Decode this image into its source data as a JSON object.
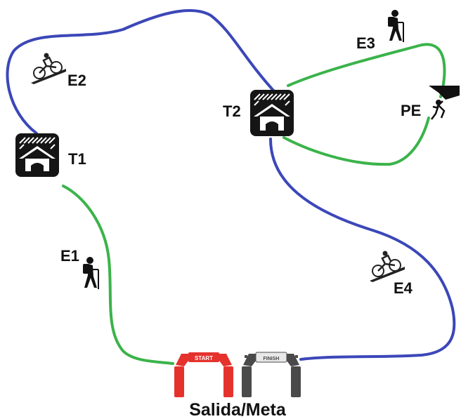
{
  "labels": {
    "t1": "T1",
    "t2": "T2",
    "e1": "E1",
    "e2": "E2",
    "e3": "E3",
    "e4": "E4",
    "pe": "PE",
    "start_banner": "START",
    "finish_banner": "FINISH",
    "salida_meta": "Salida/Meta"
  },
  "colors": {
    "hiking_route": "#3bb34a",
    "biking_route": "#3b47b8",
    "shelter_icon_bg": "#151515",
    "start_arch": "#e5322d",
    "finish_arch": "#4a4a4a"
  },
  "icons": {
    "t1": "shelter-icon",
    "t2": "shelter-icon",
    "e1": "hiker-icon",
    "e2": "cyclist-icon",
    "e3": "hiker-icon",
    "e4": "cyclist-icon",
    "pe": "climber-icon",
    "start": "start-arch-icon",
    "finish": "finish-arch-icon"
  }
}
